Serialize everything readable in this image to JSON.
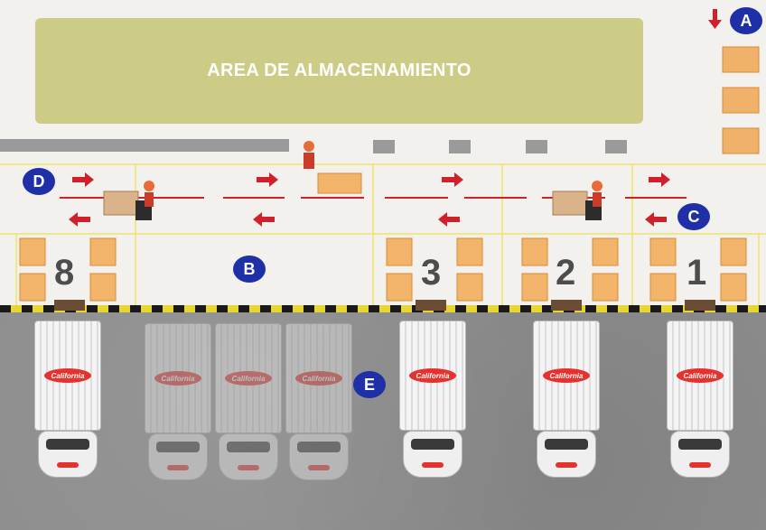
{
  "storage_area": {
    "label": "AREA DE ALMACENAMIENTO"
  },
  "zones": {
    "a": "A",
    "b": "B",
    "c": "C",
    "d": "D",
    "e": "E"
  },
  "docks": [
    {
      "number": "8",
      "truck": "active"
    },
    {
      "number": "",
      "truck": "ghost"
    },
    {
      "number": "",
      "truck": "ghost"
    },
    {
      "number": "",
      "truck": "ghost"
    },
    {
      "number": "3",
      "truck": "active"
    },
    {
      "number": "2",
      "truck": "active"
    },
    {
      "number": "1",
      "truck": "active"
    }
  ],
  "truck_logo": "California",
  "colors": {
    "storage": "#cdcc86",
    "badge": "#1e2fa8",
    "arrow": "#d0202a",
    "pallet": "#f2b46a",
    "lane_line": "#f0e46a"
  }
}
